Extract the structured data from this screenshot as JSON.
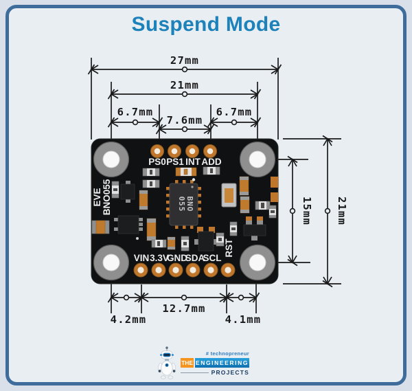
{
  "title": "Suspend Mode",
  "dimensions": {
    "board_width": "27mm",
    "hole_span_x": "21mm",
    "top_left_offset": "6.7mm",
    "top_center_span": "7.6mm",
    "top_right_offset": "6.7mm",
    "bottom_left_offset": "4.2mm",
    "bottom_center_span": "12.7mm",
    "bottom_right_offset": "4.1mm",
    "hole_span_y": "15mm",
    "board_height": "21mm"
  },
  "board": {
    "silkscreen_line1": "EVE",
    "silkscreen_line2": "BNO055",
    "chip_line1": "BNO",
    "chip_line2": "055",
    "top_pins": [
      "PS0",
      "PS1",
      "INT",
      "ADD"
    ],
    "bottom_pins": [
      "VIN",
      "3.3V",
      "GND",
      "SDA",
      "SCL"
    ],
    "reset_pin": "RST"
  },
  "logo": {
    "tagline": "# technopreneur",
    "word_the": "THE",
    "word_engineering": "ENGINEERING",
    "word_projects": "PROJECTS"
  },
  "colors": {
    "title_blue": "#1d82ba",
    "card_border": "#3e6d9c",
    "pad_orange": "#c0772b",
    "logo_orange": "#f7941e",
    "logo_blue": "#1a8fd1",
    "dimension_ink": "#1a1a1a"
  }
}
